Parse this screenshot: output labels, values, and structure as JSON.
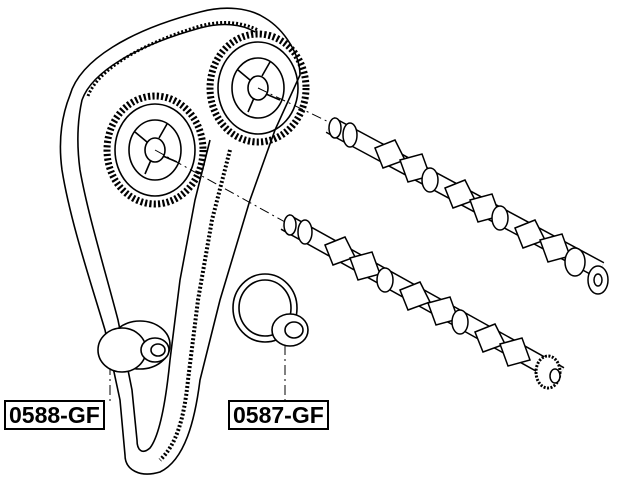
{
  "diagram": {
    "part_labels": [
      {
        "id": "idler",
        "text": "0588-GF"
      },
      {
        "id": "tensioner",
        "text": "0587-GF"
      }
    ],
    "components": {
      "belt": "timing-belt",
      "upper_gear": "camshaft-sprocket",
      "lower_gear": "camshaft-sprocket",
      "shafts": [
        "camshaft",
        "camshaft"
      ],
      "rollers": [
        "idler-pulley",
        "tensioner-pulley"
      ]
    },
    "colors": {
      "line": "#000000",
      "background": "#ffffff"
    }
  }
}
